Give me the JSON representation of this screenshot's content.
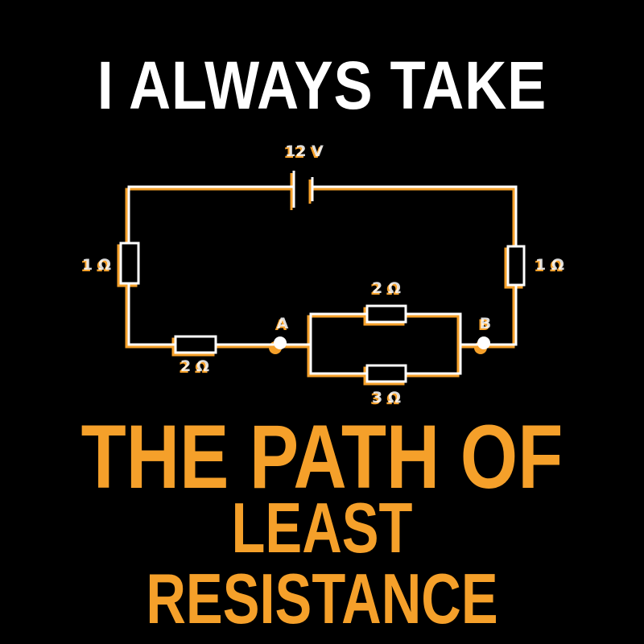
{
  "headline_top": "I ALWAYS TAKE",
  "headline_bottom_line1": "THE PATH OF",
  "headline_bottom_line2": "LEAST RESISTANCE",
  "colors": {
    "background": "#000000",
    "wire": "#ffffff",
    "accent": "#f5a02a"
  },
  "circuit": {
    "battery_label": "12 V",
    "left_resistor_label": "1 Ω",
    "right_resistor_label": "1 Ω",
    "series_resistor_label": "2 Ω",
    "parallel_top_label": "2 Ω",
    "parallel_bottom_label": "3 Ω",
    "node_a_label": "A",
    "node_b_label": "B"
  }
}
